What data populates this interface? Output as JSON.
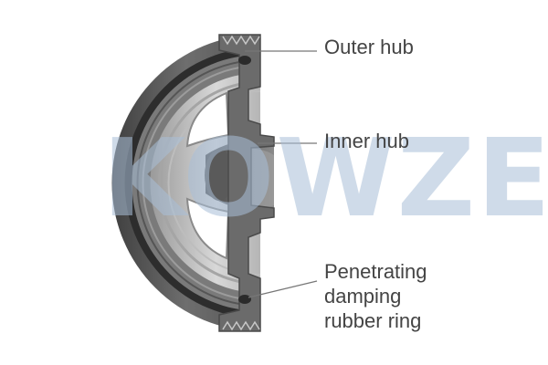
{
  "watermark": {
    "text": "KOWZE",
    "color": "#a9bfd8"
  },
  "labels": {
    "outer_hub": "Outer hub",
    "inner_hub": "Inner hub",
    "rubber_ring": [
      "Penetrating",
      "damping",
      "rubber ring"
    ]
  },
  "colors": {
    "leader_line": "#777777",
    "outer_shell": "#5a5a5a",
    "cut_face": "#6b6b6b",
    "inner_surface": "#c9c9c9",
    "rubber": "#2d2d2d"
  }
}
